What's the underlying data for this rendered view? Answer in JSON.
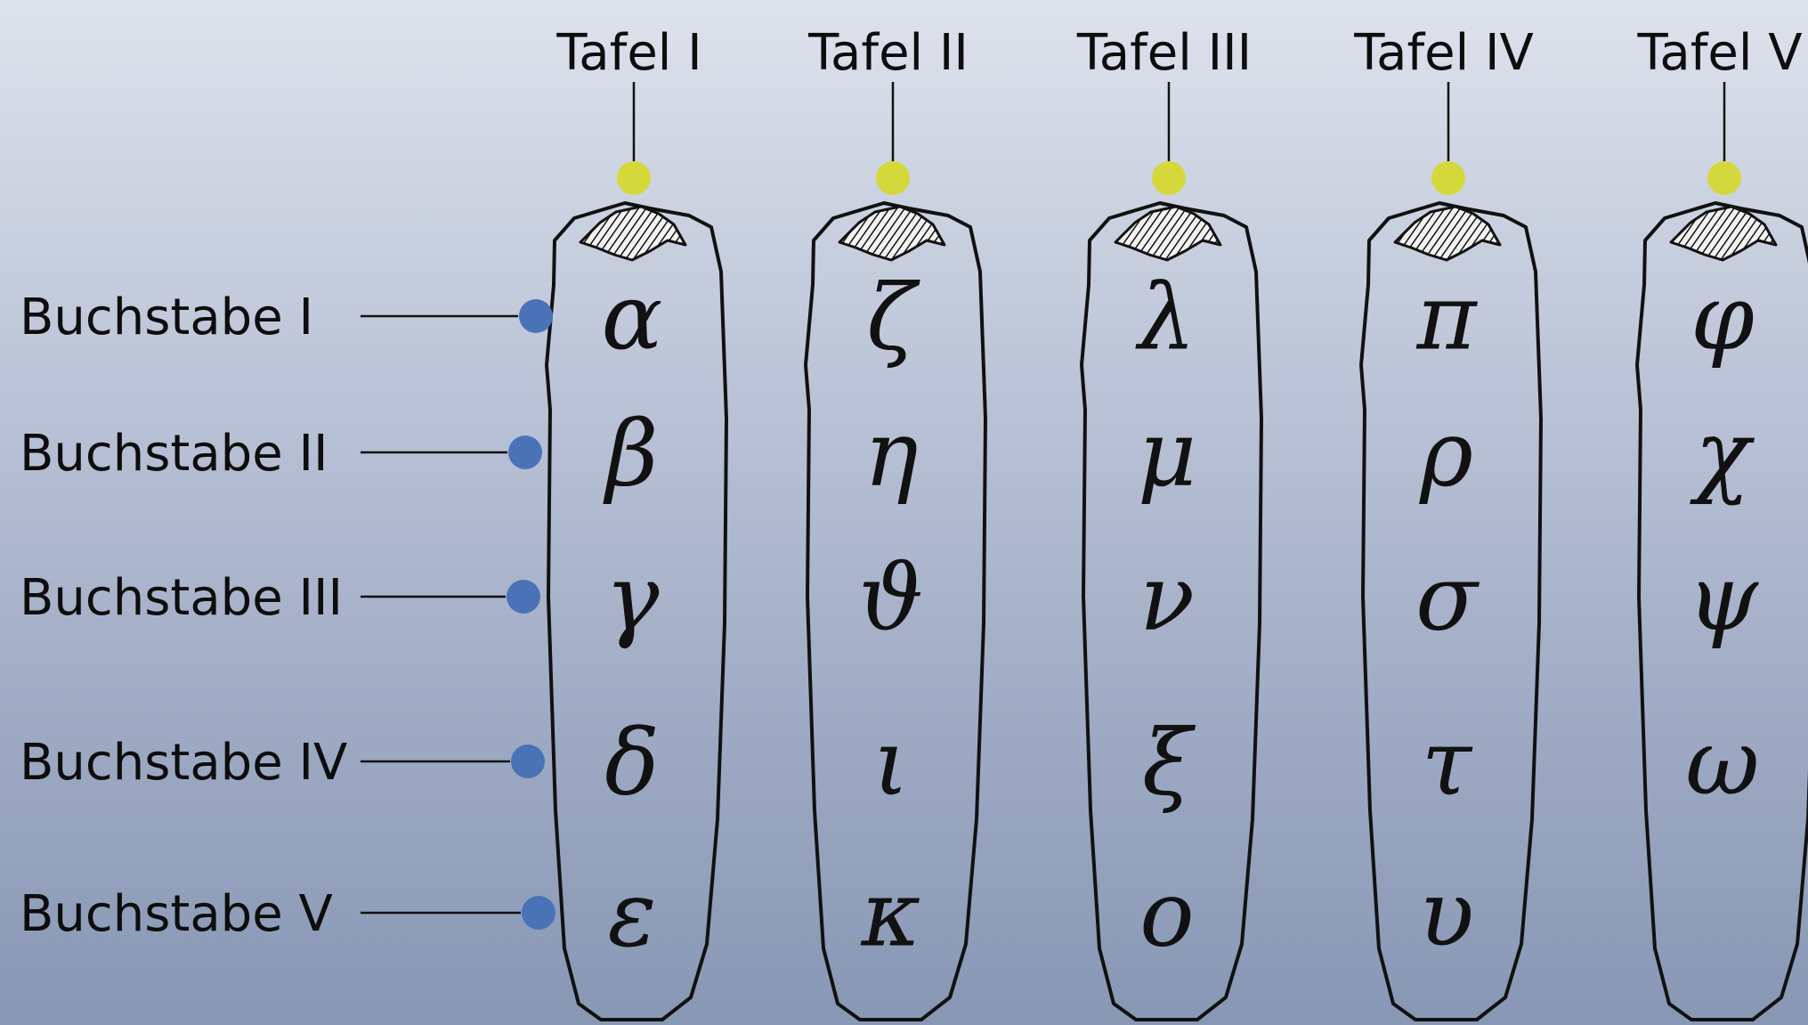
{
  "colors": {
    "tablet_marker": "#d4d83a",
    "letter_marker": "#4a72b6",
    "outline": "#111111"
  },
  "tablets": [
    {
      "label": "Tafel I",
      "letters": [
        "α",
        "β",
        "γ",
        "δ",
        "ε"
      ]
    },
    {
      "label": "Tafel II",
      "letters": [
        "ζ",
        "η",
        "ϑ",
        "ι",
        "κ"
      ]
    },
    {
      "label": "Tafel III",
      "letters": [
        "λ",
        "μ",
        "ν",
        "ξ",
        "ο"
      ]
    },
    {
      "label": "Tafel IV",
      "letters": [
        "π",
        "ρ",
        "σ",
        "τ",
        "υ"
      ]
    },
    {
      "label": "Tafel V",
      "letters": [
        "φ",
        "χ",
        "ψ",
        "ω",
        ""
      ]
    }
  ],
  "rows": [
    {
      "label": "Buchstabe I"
    },
    {
      "label": "Buchstabe II"
    },
    {
      "label": "Buchstabe III"
    },
    {
      "label": "Buchstabe IV"
    },
    {
      "label": "Buchstabe V"
    }
  ]
}
